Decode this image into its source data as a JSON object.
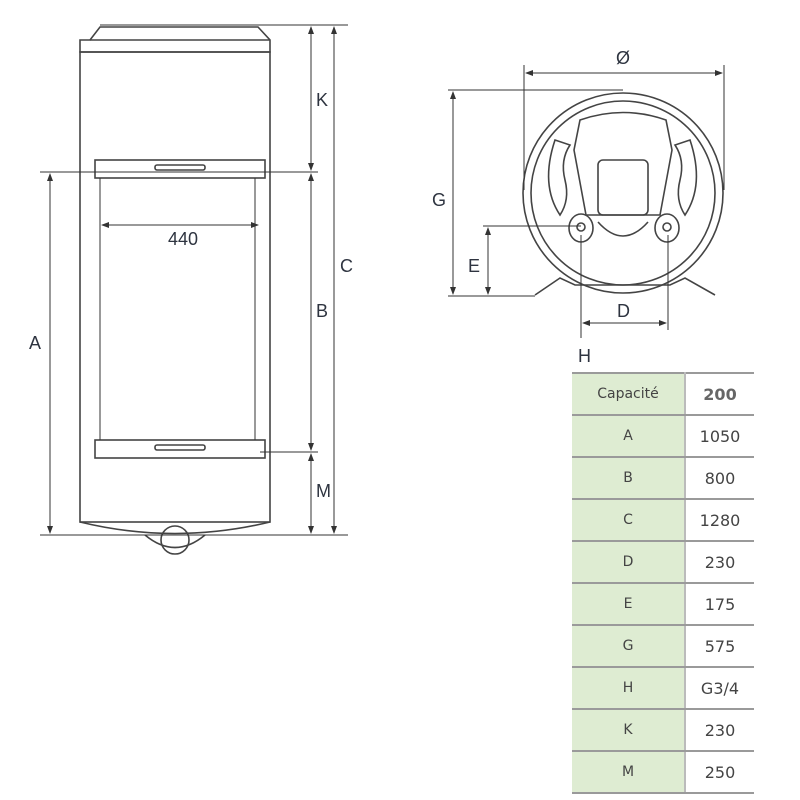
{
  "labels": {
    "K": "K",
    "C": "C",
    "B": "B",
    "M": "M",
    "A": "A",
    "width": "440",
    "diameter": "Ø",
    "G": "G",
    "E": "E",
    "D": "D",
    "H": "H"
  },
  "table": {
    "header": {
      "key": "Capacité",
      "value": "200"
    },
    "rows": [
      {
        "key": "A",
        "value": "1050"
      },
      {
        "key": "B",
        "value": "800"
      },
      {
        "key": "C",
        "value": "1280"
      },
      {
        "key": "D",
        "value": "230"
      },
      {
        "key": "E",
        "value": "175"
      },
      {
        "key": "G",
        "value": "575"
      },
      {
        "key": "H",
        "value": "G3/4"
      },
      {
        "key": "K",
        "value": "230"
      },
      {
        "key": "M",
        "value": "250"
      }
    ]
  }
}
